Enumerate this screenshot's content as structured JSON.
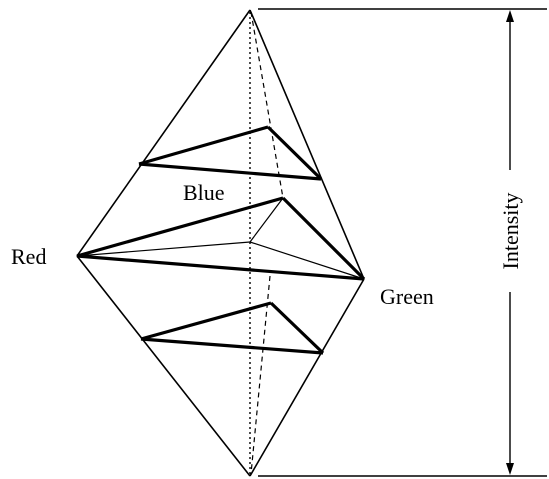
{
  "labels": {
    "red": "Red",
    "green": "Green",
    "blue": "Blue",
    "intensity": "Intensity"
  },
  "colors": {
    "ink": "#000000",
    "background": "#ffffff"
  }
}
